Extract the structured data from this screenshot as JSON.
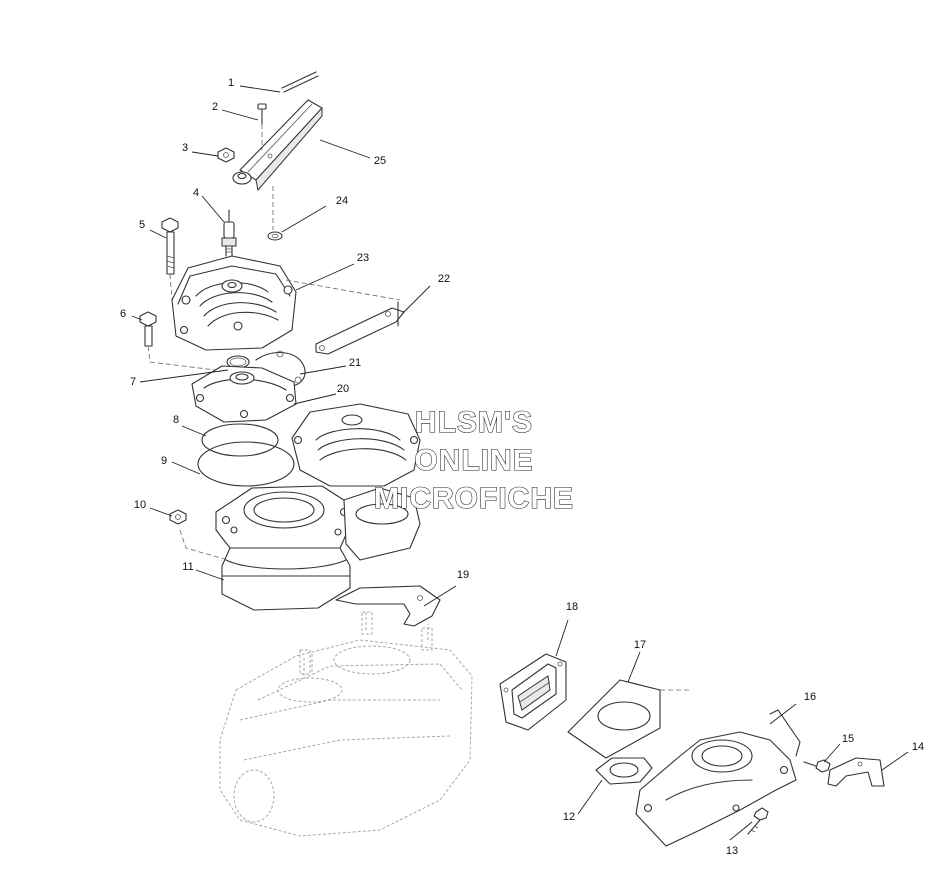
{
  "watermark": {
    "lines": [
      "HLSM'S",
      "ONLINE",
      "MICROFICHE"
    ]
  },
  "callouts": [
    {
      "number": "1"
    },
    {
      "number": "2"
    },
    {
      "number": "3"
    },
    {
      "number": "4"
    },
    {
      "number": "5"
    },
    {
      "number": "6"
    },
    {
      "number": "7"
    },
    {
      "number": "8"
    },
    {
      "number": "9"
    },
    {
      "number": "10"
    },
    {
      "number": "11"
    },
    {
      "number": "12"
    },
    {
      "number": "13"
    },
    {
      "number": "14"
    },
    {
      "number": "15"
    },
    {
      "number": "16"
    },
    {
      "number": "17"
    },
    {
      "number": "18"
    },
    {
      "number": "19"
    },
    {
      "number": "20"
    },
    {
      "number": "21"
    },
    {
      "number": "22"
    },
    {
      "number": "23"
    },
    {
      "number": "24"
    },
    {
      "number": "25"
    }
  ]
}
